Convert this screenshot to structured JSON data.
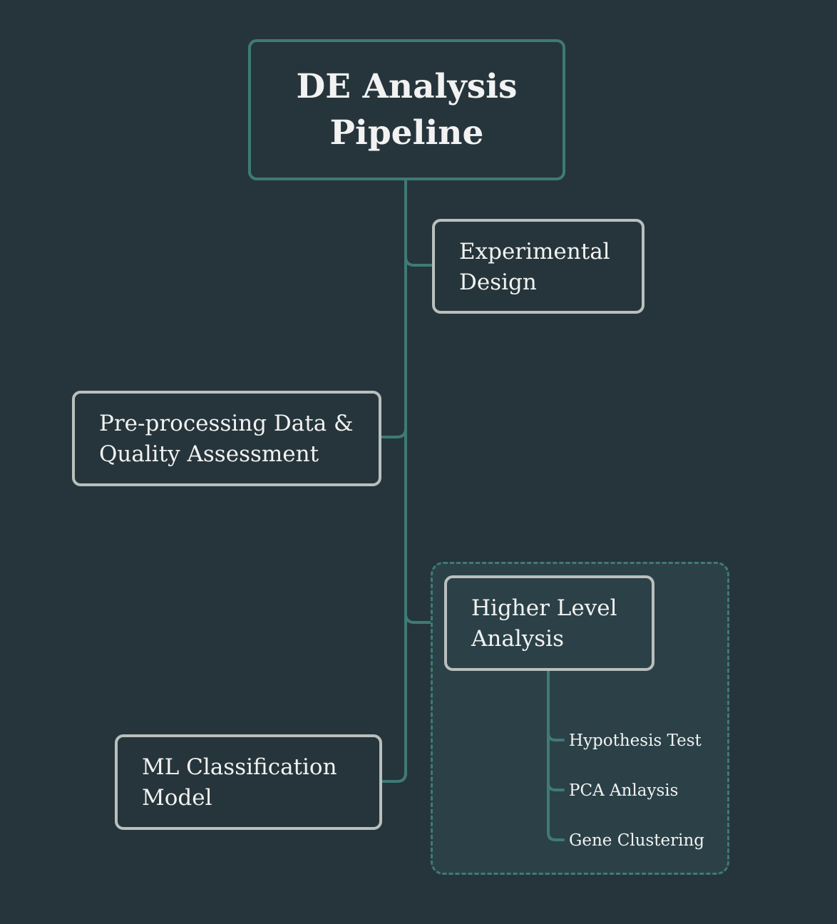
{
  "root": {
    "title": "DE Analysis Pipeline"
  },
  "branches": {
    "experimental_design": "Experimental Design",
    "preprocessing": "Pre-processing Data & Quality Assessment",
    "higher_level": "Higher Level Analysis",
    "ml_model": "ML Classification Model"
  },
  "subtopics": [
    "Hypothesis Test",
    "PCA Anlaysis",
    "Gene Clustering"
  ],
  "colors": {
    "background": "#26353b",
    "connector": "#3f7a77",
    "node_border": "#b9bfbe",
    "text": "#f2f2f2",
    "boundary_fill": "#2b4147"
  }
}
